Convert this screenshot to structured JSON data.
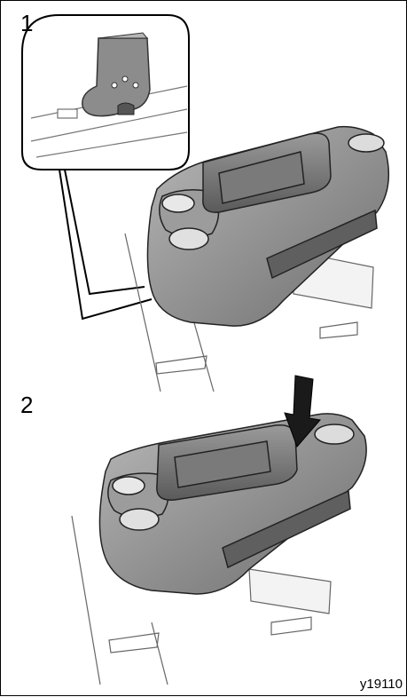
{
  "figure": {
    "step_labels": [
      "1",
      "2"
    ],
    "figure_code": "y19110"
  }
}
